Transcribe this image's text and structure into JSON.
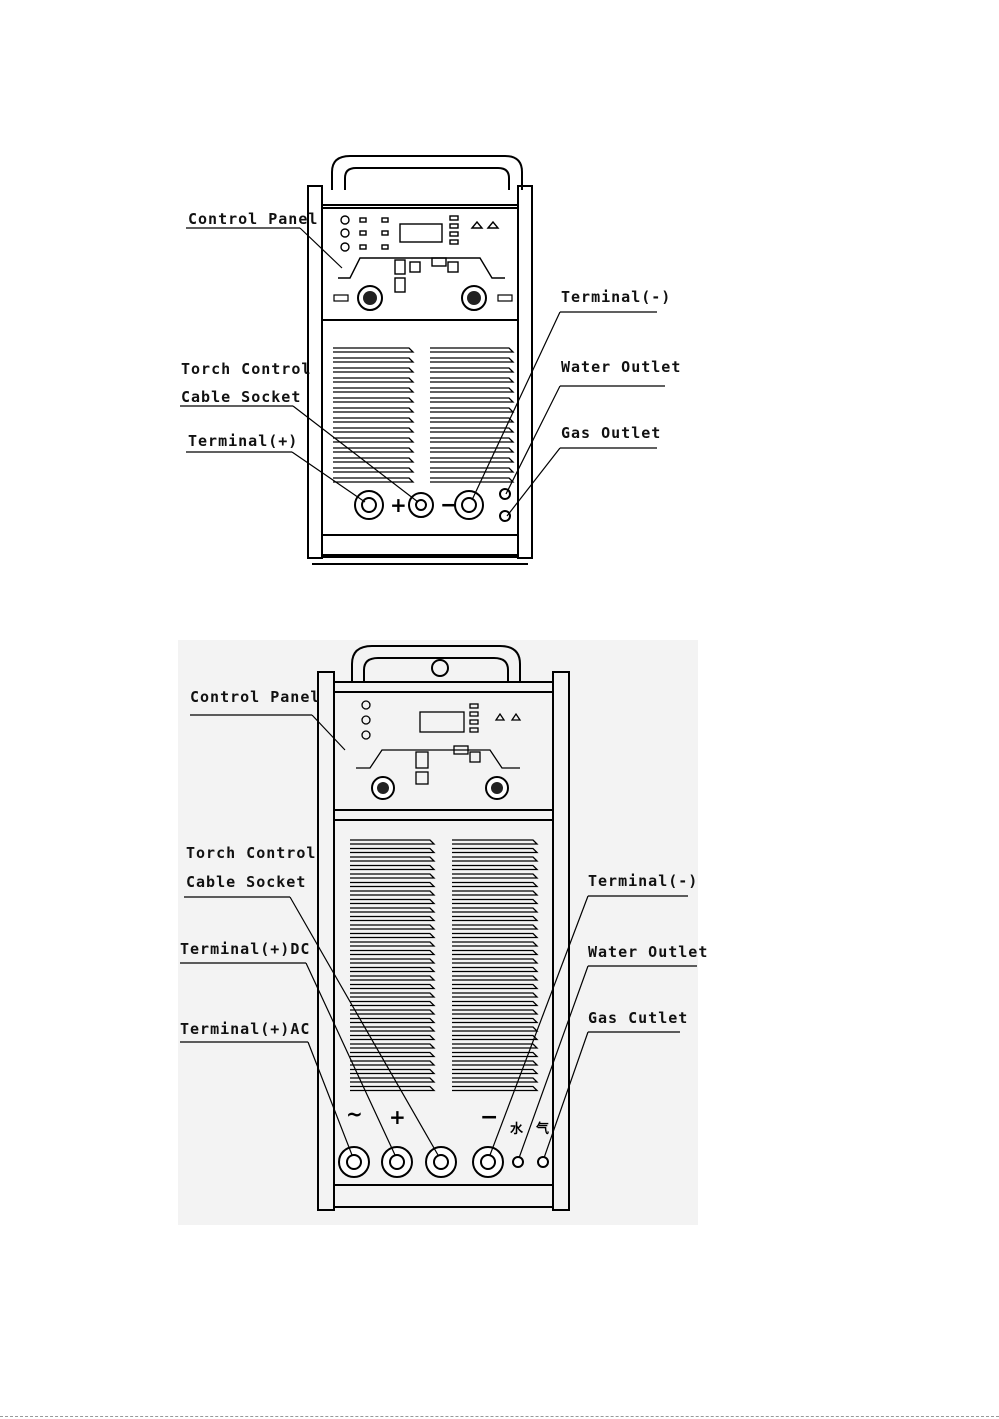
{
  "figure1": {
    "labels": {
      "control_panel": "Control Panel",
      "terminal_minus": "Terminal(-)",
      "torch_control": "Torch Control",
      "cable_socket": "Cable Socket",
      "water_outlet": "Water Outlet",
      "terminal_plus": "Terminal(+)",
      "gas_outlet": "Gas Outlet"
    },
    "symbols": {
      "plus": "+",
      "minus": "−"
    }
  },
  "figure2": {
    "labels": {
      "control_panel": "Control Panel",
      "torch_control": "Torch Control",
      "cable_socket": "Cable Socket",
      "terminal_minus": "Terminal(-)",
      "terminal_plus_dc": "Terminal(+)DC",
      "water_outlet": "Water Outlet",
      "terminal_plus_ac": "Terminal(+)AC",
      "gas_outlet": "Gas Cutlet"
    },
    "symbols": {
      "ac": "~",
      "plus": "+",
      "minus": "−",
      "water": "水",
      "gas": "气"
    }
  }
}
